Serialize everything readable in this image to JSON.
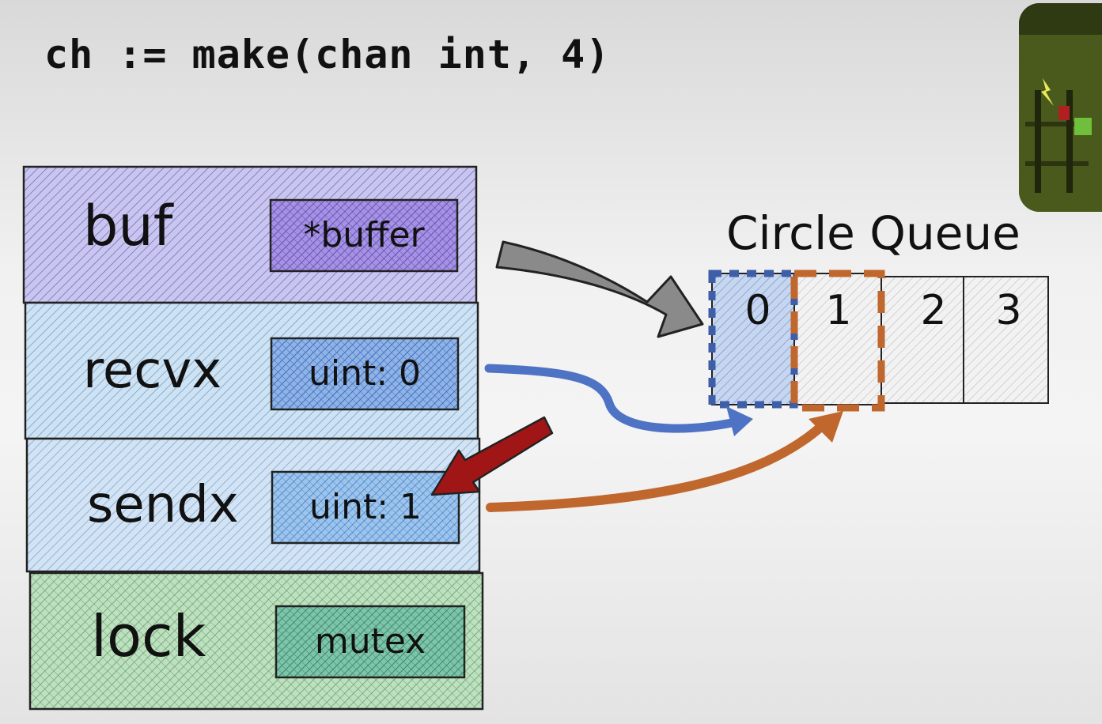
{
  "title_code": "ch := make(chan int, 4)",
  "struct_fields": [
    {
      "name": "buf",
      "value": "*buffer",
      "color": "#7b6fd6"
    },
    {
      "name": "recvx",
      "value": "uint: 0",
      "color": "#4f73c4"
    },
    {
      "name": "sendx",
      "value": "uint: 1",
      "color": "#4f86cf"
    },
    {
      "name": "lock",
      "value": "mutex",
      "color": "#3f9a5a"
    }
  ],
  "queue": {
    "label": "Circle Queue",
    "cells": [
      "0",
      "1",
      "2",
      "3"
    ],
    "recvx_color": "#3e5ea8",
    "sendx_color": "#c0672e"
  },
  "colors": {
    "arrow_buf": "#8a8a8a",
    "arrow_recvx": "#4f73c4",
    "arrow_sendx": "#c0672e",
    "arrow_highlight": "#a01616"
  }
}
